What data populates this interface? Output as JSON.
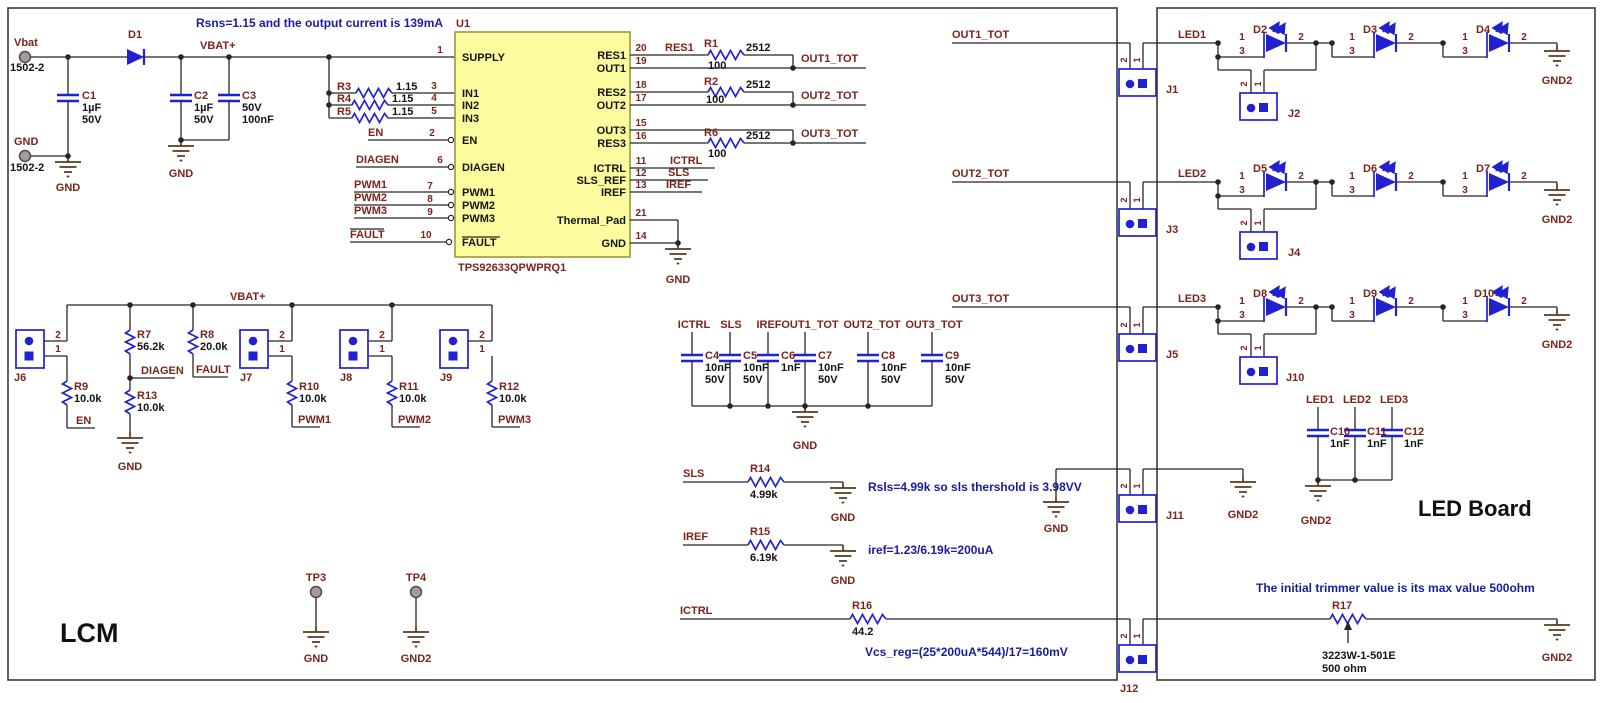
{
  "boards": {
    "lcm": "LCM",
    "led": "LED Board"
  },
  "notes": {
    "rsns": "Rsns=1.15 and the output current is 139mA",
    "rsls": "Rsls=4.99k so sls thershold is 3.98VV",
    "iref": "iref=1.23/6.19k=200uA",
    "vcs": "Vcs_reg=(25*200uA*544)/17=160mV",
    "trimmer": "The initial trimmer value is its max value 500ohm"
  },
  "pads": {
    "vbat": "Vbat",
    "gnd": "GND",
    "part": "1502-2"
  },
  "nets": {
    "vbatp": "VBAT+",
    "gnd": "GND",
    "gnd2": "GND2",
    "en": "EN",
    "diagen": "DIAGEN",
    "pwm1": "PWM1",
    "pwm2": "PWM2",
    "pwm3": "PWM3",
    "fault": "FAULT",
    "res1": "RES1",
    "ictrl": "ICTRL",
    "sls": "SLS",
    "iref": "IREF",
    "out1": "OUT1_TOT",
    "out2": "OUT2_TOT",
    "out3": "OUT3_TOT",
    "led1": "LED1",
    "led2": "LED2",
    "led3": "LED3"
  },
  "u1": {
    "ref": "U1",
    "part": "TPS92633QPWPRQ1",
    "left_pins": [
      {
        "num": "1",
        "name": "SUPPLY"
      },
      {
        "num": "3",
        "name": "IN1"
      },
      {
        "num": "4",
        "name": "IN2"
      },
      {
        "num": "5",
        "name": "IN3"
      },
      {
        "num": "2",
        "name": "EN"
      },
      {
        "num": "6",
        "name": "DIAGEN"
      },
      {
        "num": "7",
        "name": "PWM1"
      },
      {
        "num": "8",
        "name": "PWM2"
      },
      {
        "num": "9",
        "name": "PWM3"
      },
      {
        "num": "10",
        "name": "FAULT"
      }
    ],
    "right_pins": [
      {
        "num": "20",
        "name": "RES1"
      },
      {
        "num": "19",
        "name": "OUT1"
      },
      {
        "num": "18",
        "name": "RES2"
      },
      {
        "num": "17",
        "name": "OUT2"
      },
      {
        "num": "15",
        "name": "OUT3"
      },
      {
        "num": "16",
        "name": "RES3"
      },
      {
        "num": "11",
        "name": "ICTRL"
      },
      {
        "num": "12",
        "name": "SLS_REF"
      },
      {
        "num": "13",
        "name": "IREF"
      },
      {
        "num": "21",
        "name": "Thermal_Pad"
      },
      {
        "num": "14",
        "name": "GND"
      }
    ]
  },
  "parts": {
    "d1": "D1",
    "c1": [
      "C1",
      "1µF",
      "50V"
    ],
    "c2": [
      "C2",
      "1µF",
      "50V"
    ],
    "c3": [
      "C3",
      "50V",
      "100nF"
    ],
    "r1": [
      "R1",
      "2512",
      "100"
    ],
    "r2": [
      "R2",
      "2512",
      "100"
    ],
    "r6": [
      "R6",
      "2512",
      "100"
    ],
    "r3": [
      "R3",
      "1.15"
    ],
    "r4": [
      "R4",
      "1.15"
    ],
    "r5": [
      "R5",
      "1.15"
    ],
    "r7": [
      "R7",
      "56.2k"
    ],
    "r8": [
      "R8",
      "20.0k"
    ],
    "r9": [
      "R9",
      "10.0k"
    ],
    "r13": [
      "R13",
      "10.0k"
    ],
    "r10": [
      "R10",
      "10.0k"
    ],
    "r11": [
      "R11",
      "10.0k"
    ],
    "r12": [
      "R12",
      "10.0k"
    ],
    "c4": [
      "C4",
      "10nF",
      "50V"
    ],
    "c5": [
      "C5",
      "10nF",
      "50V"
    ],
    "c6": [
      "C6",
      "1nF"
    ],
    "c7": [
      "C7",
      "10nF",
      "50V"
    ],
    "c8": [
      "C8",
      "10nF",
      "50V"
    ],
    "c9": [
      "C9",
      "10nF",
      "50V"
    ],
    "r14": [
      "R14",
      "4.99k"
    ],
    "r15": [
      "R15",
      "6.19k"
    ],
    "r16": [
      "R16",
      "44.2"
    ],
    "r17": [
      "R17",
      "3223W-1-501E",
      "500 ohm"
    ],
    "c10": [
      "C10",
      "1nF"
    ],
    "c11": [
      "C11",
      "1nF"
    ],
    "c12": [
      "C12",
      "1nF"
    ]
  },
  "leds": {
    "d2": "D2",
    "d3": "D3",
    "d4": "D4",
    "d5": "D5",
    "d6": "D6",
    "d7": "D7",
    "d8": "D8",
    "d9": "D9",
    "d10": "D10"
  },
  "conn": {
    "j1": "J1",
    "j2": "J2",
    "j3": "J3",
    "j4": "J4",
    "j5": "J5",
    "j6": "J6",
    "j7": "J7",
    "j8": "J8",
    "j9": "J9",
    "j10": "J10",
    "j11": "J11",
    "j12": "J12"
  },
  "pins": {
    "p1": "1",
    "p2": "2",
    "p3": "3"
  },
  "tp": {
    "tp3": "TP3",
    "tp4": "TP4"
  }
}
